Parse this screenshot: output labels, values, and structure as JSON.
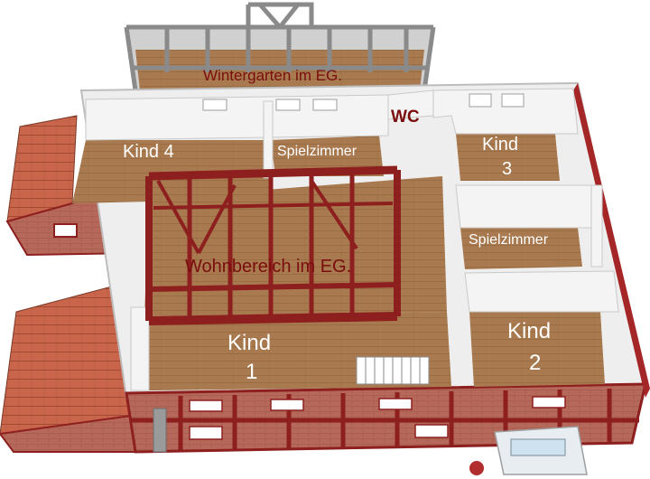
{
  "rooms": {
    "wintergarten": "Wintergarten im EG.",
    "wc": "WC",
    "kind4": "Kind 4",
    "spielzimmer_top": "Spielzimmer",
    "kind3_line1": "Kind",
    "kind3_line2": "3",
    "spielzimmer_right": "Spielzimmer",
    "wohnbereich": "Wohnbereich im EG.",
    "kind1_line1": "Kind",
    "kind1_line2": "1",
    "kind2_line1": "Kind",
    "kind2_line2": "2"
  },
  "colors": {
    "floor": "#a97a4f",
    "wall": "#f2f2f2",
    "timber": "#8e1f1f",
    "roof": "#c8654a",
    "dark_label": "#7a0d0d",
    "light_label": "#ffffff"
  }
}
